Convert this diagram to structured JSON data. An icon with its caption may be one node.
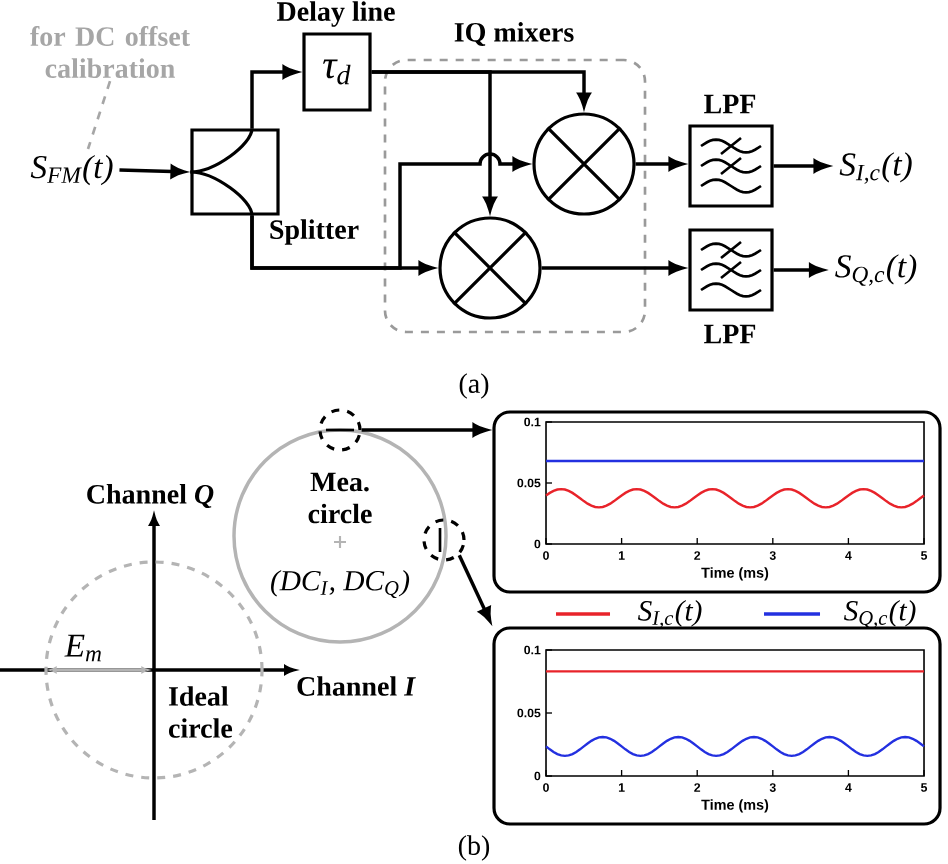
{
  "diagram": {
    "nodes": [
      {
        "text": [
          "S$_{FM}$(t)"
        ]
      },
      {
        "text": [
          "Splitter"
        ]
      },
      {
        "text": [
          "Delay line",
          "τ$_{d}$"
        ]
      },
      {
        "text": [
          "IQ mixers"
        ]
      },
      {
        "text": [],
        "shape": "circle",
        "in": 3
      },
      {
        "text": [],
        "shape": "circle",
        "in": 3
      },
      {
        "text": [
          "LPF"
        ]
      },
      {
        "text": [
          "LPF"
        ]
      },
      {
        "text": [
          "S$_{I,c}$(t)"
        ]
      },
      {
        "text": [
          "S$_{Q,c}$(t)"
        ]
      },
      {
        "text": [
          "for DC offset calibration"
        ]
      },
      {
        "text": [
          "Mea. circle",
          "(DC$_{I}$, DC$_{Q}$)"
        ]
      },
      {
        "text": [
          "Ideal circle"
        ]
      },
      {
        "text": [],
        "shape": "circle"
      },
      {
        "text": [],
        "shape": "circle"
      },
      {
        "text": [
          "0.1",
          "0.05",
          "0",
          "0",
          "1",
          "2",
          "3",
          "4",
          "5",
          "Time (ms)"
        ]
      },
      {
        "text": [
          "0.1",
          "0.05",
          "0",
          "0",
          "1",
          "2",
          "3",
          "4",
          "5",
          "Time (ms)"
        ]
      }
    ],
    "edges": [
      {
        "from": 0,
        "to": 1,
        "arrow": "to"
      },
      {
        "from": 1,
        "to": 2,
        "arrow": "to"
      },
      {
        "from": 1,
        "to": 5,
        "arrow": "to"
      },
      {
        "from": 2,
        "to": 4,
        "arrow": "to"
      },
      {
        "from": 2,
        "to": 5,
        "arrow": "to"
      },
      {
        "from": 1,
        "to": 4,
        "arrow": "to"
      },
      {
        "from": 4,
        "to": 6,
        "arrow": "to"
      },
      {
        "from": 5,
        "to": 7,
        "arrow": "to"
      },
      {
        "from": 6,
        "to": 8,
        "arrow": "to"
      },
      {
        "from": 7,
        "to": 9,
        "arrow": "to"
      },
      {
        "from": 10,
        "to": 0,
        "arrow": "none",
        "style": "dashed",
        "color": "#a6a6a6"
      },
      {
        "from": 13,
        "to": 15,
        "arrow": "to"
      },
      {
        "from": 14,
        "to": 16,
        "arrow": "to"
      }
    ],
    "labels": [
      "(a)",
      "Channel *Q*",
      "E$_{m}$",
      "Channel *I*",
      "(b)"
    ],
    "legend": [
      {
        "text": "S$_{I,c}$(t)"
      },
      {
        "text": "S$_{Q,c}$(t)"
      }
    ]
  }
}
